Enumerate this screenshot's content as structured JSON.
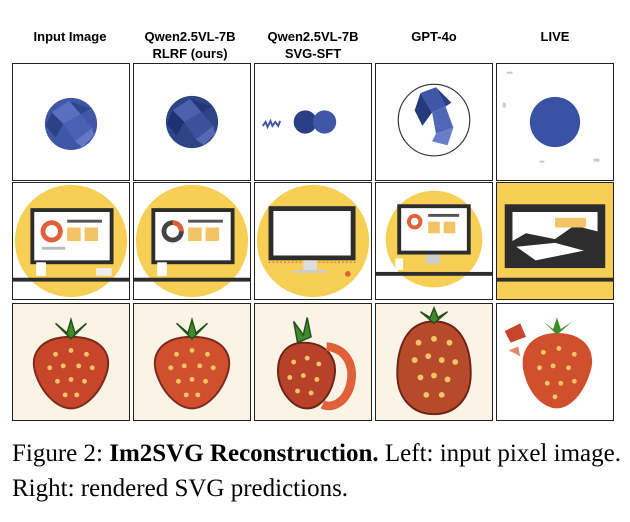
{
  "figure": {
    "columns": [
      {
        "line1": "Input Image",
        "line2": ""
      },
      {
        "line1": "Qwen2.5VL-7B",
        "line2": "RLRF (ours)"
      },
      {
        "line1": "Qwen2.5VL-7B",
        "line2": "SVG-SFT"
      },
      {
        "line1": "GPT-4o",
        "line2": ""
      },
      {
        "line1": "LIVE",
        "line2": ""
      }
    ],
    "caption": {
      "prefix": "Figure 2:",
      "title": "Im2SVG Reconstruction.",
      "text": "Left: input pixel image. Right: rendered SVG predictions."
    }
  },
  "colors": {
    "planet": "#3f57a6",
    "planet_dark": "#243a7a",
    "sun": "#f7cf55",
    "strawberry": "#c7452b",
    "leaf": "#3f8a2c",
    "seed": "#f2c466",
    "cream": "#fbf3e6"
  }
}
